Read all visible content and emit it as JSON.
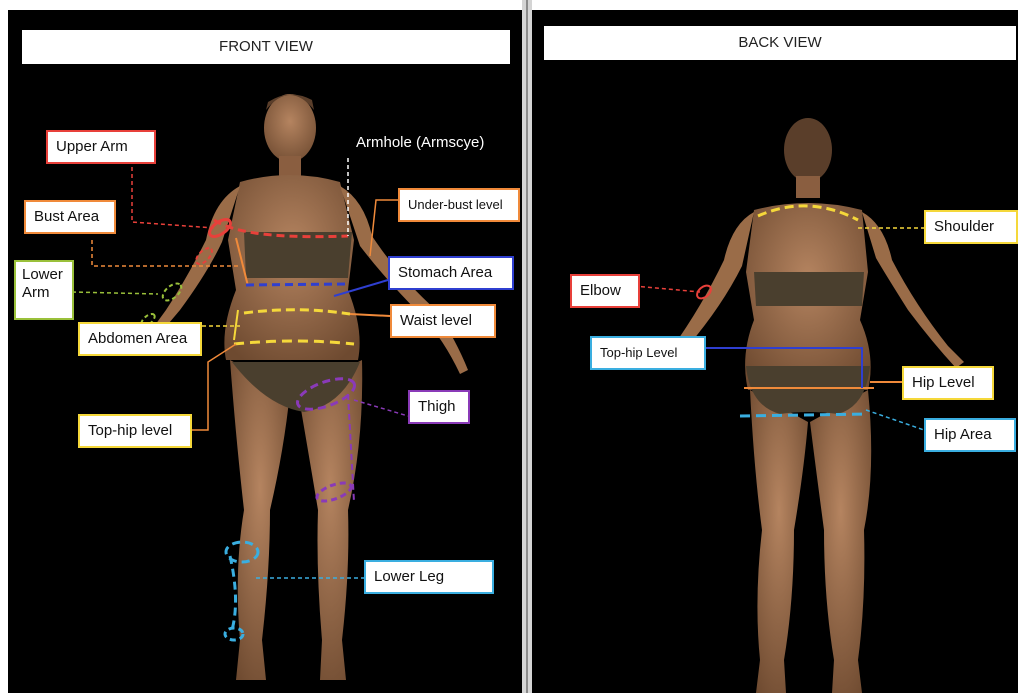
{
  "front": {
    "title": "FRONT VIEW",
    "labels": {
      "upper_arm": "Upper Arm",
      "armhole": "Armhole (Armscye)",
      "bust_area": "Bust Area",
      "under_bust": "Under-bust level",
      "lower_arm_1": "Lower",
      "lower_arm_2": "Arm",
      "stomach_area": "Stomach Area",
      "abdomen_area": "Abdomen Area",
      "waist_level": "Waist level",
      "thigh": "Thigh",
      "top_hip_level": "Top-hip level",
      "lower_leg": "Lower Leg"
    }
  },
  "back": {
    "title": "BACK VIEW",
    "labels": {
      "shoulder": "Shoulder",
      "elbow": "Elbow",
      "top_hip_level": "Top-hip Level",
      "hip_level": "Hip Level",
      "hip_area": "Hip Area"
    }
  },
  "colors": {
    "panel_bg": "#000000",
    "skin": "#a47450",
    "garment": "#4a3f2e",
    "red": "#e8403a",
    "orange": "#f08a3a",
    "yellow": "#f5d83a",
    "blue": "#2f3fd0",
    "purple": "#8a3ab8",
    "cyan": "#3aaee0",
    "green": "#9ac03a",
    "white": "#ffffff"
  }
}
